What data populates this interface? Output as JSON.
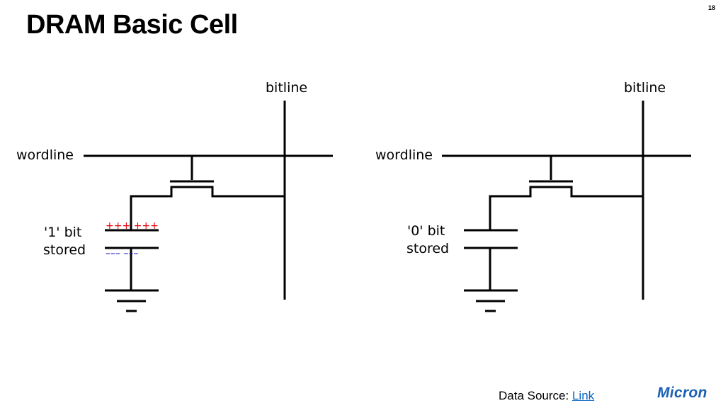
{
  "slide": {
    "title": "DRAM Basic Cell",
    "page_number": "18"
  },
  "cells": [
    {
      "bitline_label": "bitline",
      "wordline_label": "wordline",
      "state_label_line1": "'1' bit",
      "state_label_line2": "stored",
      "charge_plus": "+++ +++",
      "charge_minus": "––– –––"
    },
    {
      "bitline_label": "bitline",
      "wordline_label": "wordline",
      "state_label_line1": "'0' bit",
      "state_label_line2": "stored"
    }
  ],
  "footer": {
    "source_label": "Data Source:",
    "link_text": "Link"
  },
  "logo": {
    "text": "Micron"
  },
  "colors": {
    "positive_charge": "#e8000b",
    "negative_charge": "#1010c0",
    "link": "#0563c1",
    "logo": "#1a5fb4"
  }
}
